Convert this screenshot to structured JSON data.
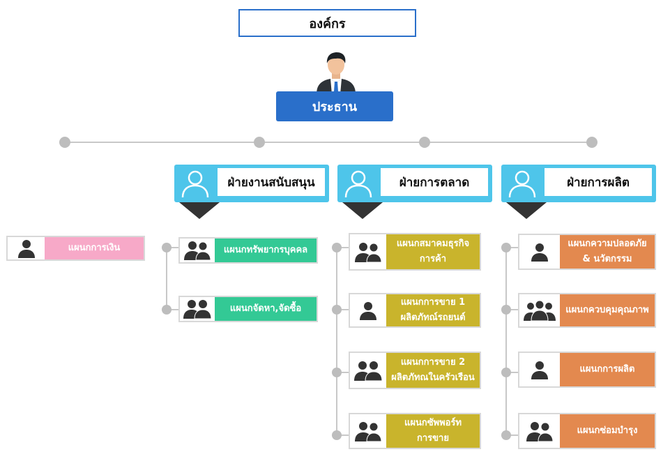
{
  "org": {
    "title": "องค์กร"
  },
  "chairman": {
    "label": "ประธาน"
  },
  "departments": [
    {
      "label": "ฝ่ายงานสนับสนุน"
    },
    {
      "label": "ฝ่ายการตลาด"
    },
    {
      "label": "ฝ่ายการผลิต"
    }
  ],
  "units": {
    "finance": {
      "label": "แผนกการเงิน"
    },
    "support": [
      {
        "label": "แผนกทรัพยากรบุคคล"
      },
      {
        "label": "แผนกจัดหา,จัดซื้อ"
      }
    ],
    "marketing": [
      {
        "label": "แผนกสมาคมธุรกิจ\nการค้า"
      },
      {
        "label": "แผนกการขาย 1\nผลิตภัทณ์รถยนต์"
      },
      {
        "label": "แผนกการขาย 2\nผลิตภัทณในครัวเรือน"
      },
      {
        "label": "แผนกซัพพอร์ท\nการขาย"
      }
    ],
    "production": [
      {
        "label": "แผนกความปลอดภัย\n& นวัตกรรม"
      },
      {
        "label": "แผนกควบคุมคุณภาพ"
      },
      {
        "label": "แผนกการผลิต"
      },
      {
        "label": "แผนกซ่อมบำรุง"
      }
    ]
  },
  "colors": {
    "chairman": "#2a6fca",
    "department": "#4ec5ea",
    "finance": "#f7a9c8",
    "support": "#33c995",
    "marketing": "#c9b42c",
    "production": "#e3894f"
  },
  "icons": {
    "chairman": "businessman-icon",
    "department": "person-silhouette-icon",
    "single": "person-icon",
    "group": "people-group-icon"
  }
}
